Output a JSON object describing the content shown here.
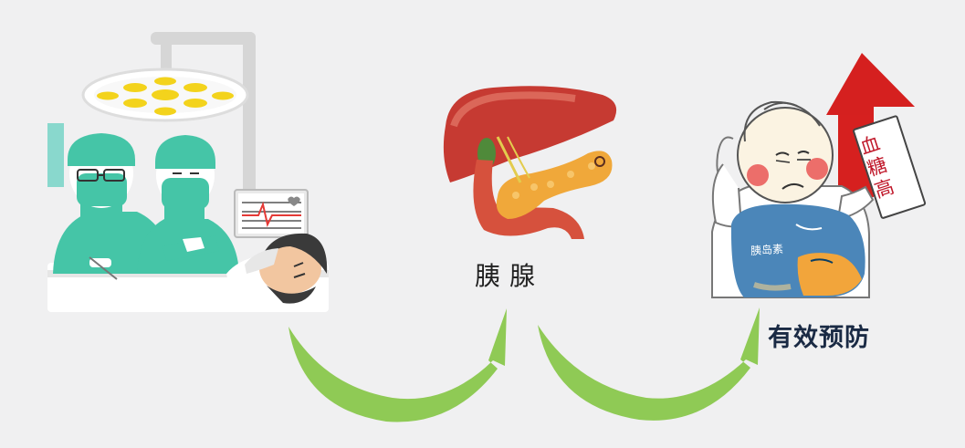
{
  "labels": {
    "pancreas": "胰腺",
    "prevention": "有效预防",
    "blood_sugar_note": "血糖高",
    "belly_text": "胰岛素"
  },
  "colors": {
    "background": "#f0f0f1",
    "surgeon_green": "#45c5a7",
    "arrow_green": "#8fca55",
    "arrow_red": "#d5201f",
    "liver": "#c63a32",
    "pancreas": "#f0a83a",
    "belly_blue": "#4b86b9",
    "belly_orange": "#f2a53b"
  },
  "icons": [
    "surgery-lamp-icon",
    "surgeon-illustration",
    "heart-monitor-icon",
    "patient-illustration",
    "liver-pancreas-illustration",
    "curved-arrow-icon",
    "upward-arrow-icon",
    "blood-sugar-note-icon"
  ]
}
